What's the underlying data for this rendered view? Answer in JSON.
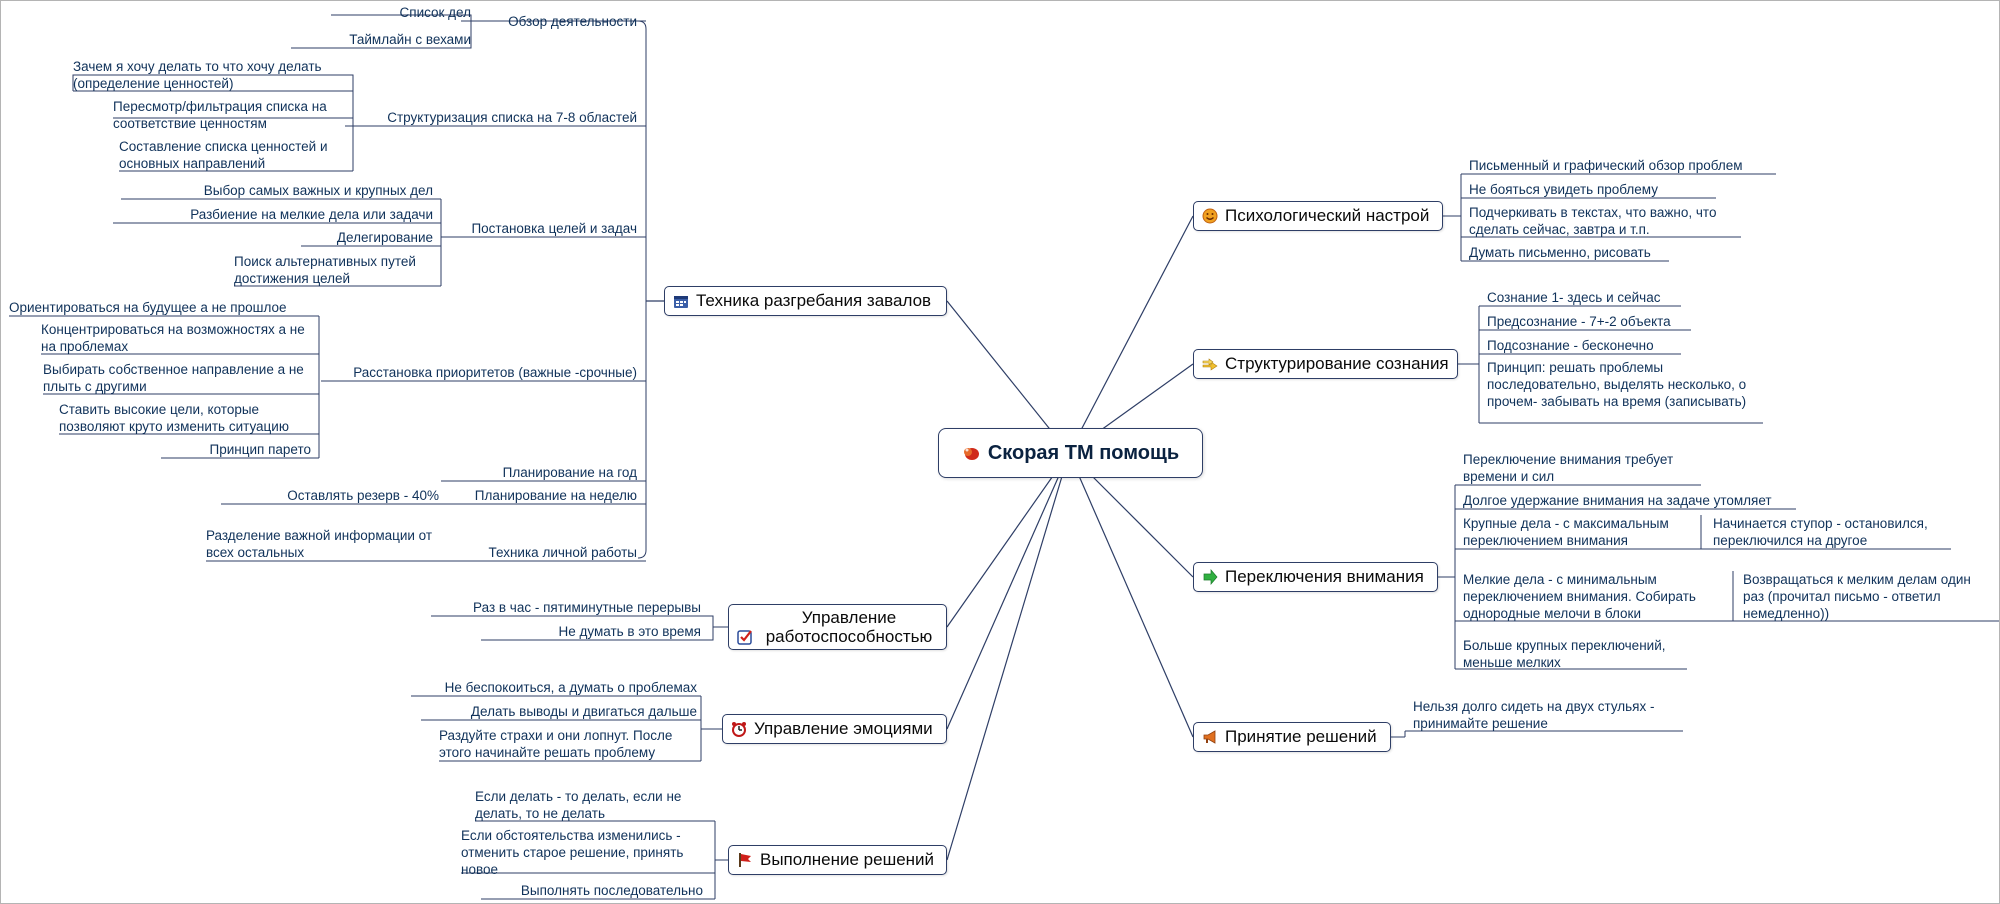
{
  "central": {
    "label": "Скорая ТМ помощь",
    "icon": "red-ball-icon"
  },
  "branches": [
    {
      "label": "Техника разгребания завалов",
      "icon": "calendar-icon",
      "children": [
        {
          "label": "Обзор деятельности",
          "children": [
            "Список дел",
            "Таймлайн с вехами"
          ]
        },
        {
          "label": "Структуризация списка на 7-8 областей",
          "children": [
            "Зачем я хочу делать то что хочу делать (определение ценностей)",
            "Пересмотр/фильтрация списка на соответствие ценностям",
            "Составление списка ценностей и основных направлений"
          ]
        },
        {
          "label": "Постановка целей и задач",
          "children": [
            "Выбор самых важных и крупных дел",
            "Разбиение на мелкие дела или задачи",
            "Делегирование",
            "Поиск альтернативных путей достижения целей"
          ]
        },
        {
          "label": "Расстановка приоритетов (важные -срочные)",
          "children": [
            "Ориентироваться на будущее а не прошлое",
            "Концентрироваться на возможностях а не на проблемах",
            "Выбирать собственное направление а не плыть с другими",
            "Ставить высокие цели, которые позволяют круто изменить ситуацию",
            "Принцип парето"
          ]
        },
        {
          "label": "Планирование на год",
          "children": []
        },
        {
          "label": "Планирование на неделю",
          "children": [
            "Оставлять резерв - 40%"
          ]
        },
        {
          "label": "Техника личной работы",
          "children": [
            "Разделение важной информации от всех остальных"
          ]
        }
      ]
    },
    {
      "label": "Управление работоспособностью",
      "icon": "checkbox-icon",
      "children": [
        {
          "label": "Раз в час - пятиминутные перерывы"
        },
        {
          "label": "Не думать в это время"
        }
      ]
    },
    {
      "label": "Управление эмоциями",
      "icon": "alarm-icon",
      "children": [
        {
          "label": "Не беспокоиться, а думать о проблемах"
        },
        {
          "label": "Делать выводы и двигаться дальше"
        },
        {
          "label": "Раздуйте страхи и они лопнут. После этого начинайте решать проблему"
        }
      ]
    },
    {
      "label": "Выполнение решений",
      "icon": "flag-icon",
      "children": [
        {
          "label": "Если делать - то делать, если не делать, то не делать"
        },
        {
          "label": "Если обстоятельства изменились - отменить старое решение, принять новое"
        },
        {
          "label": "Выполнять последовательно"
        }
      ]
    },
    {
      "label": "Психологический настрой",
      "icon": "smiley-icon",
      "children": [
        {
          "label": "Письменный и графический обзор проблем"
        },
        {
          "label": "Не бояться увидеть проблему"
        },
        {
          "label": "Подчеркивать в текстах, что важно, что сделать сейчас, завтра и т.п."
        },
        {
          "label": "Думать письменно, рисовать"
        }
      ]
    },
    {
      "label": "Структурирование сознания",
      "icon": "arrows-icon",
      "children": [
        {
          "label": "Сознание  1- здесь и сейчас"
        },
        {
          "label": "Предсознание - 7+-2 объекта"
        },
        {
          "label": "Подсознание - бесконечно"
        },
        {
          "label": "Принцип: решать проблемы последовательно, выделять несколько, о прочем- забывать на время (записывать)"
        }
      ]
    },
    {
      "label": "Переключения внимания",
      "icon": "green-arrow-icon",
      "children": [
        {
          "label": "Переключение внимания требует времени и сил"
        },
        {
          "label": "Долгое удержание внимания на задаче утомляет"
        },
        {
          "label": "Крупные дела - с максимальным переключением внимания",
          "children": [
            "Начинается ступор - остановился, переключился на другое"
          ]
        },
        {
          "label": "Мелкие дела - с минимальным переключением внимания. Собирать однородные мелочи в блоки",
          "children": [
            "Возвращаться к мелким делам один раз (прочитал письмо - ответил немедленно))"
          ]
        },
        {
          "label": "Больше крупных переключений, меньше мелких"
        }
      ]
    },
    {
      "label": "Принятие решений",
      "icon": "horn-icon",
      "children": [
        {
          "label": "Нельзя долго сидеть на двух стульях - принимайте решение"
        }
      ]
    }
  ],
  "colors": {
    "line": "#2e3e66",
    "text": "#10325a"
  }
}
